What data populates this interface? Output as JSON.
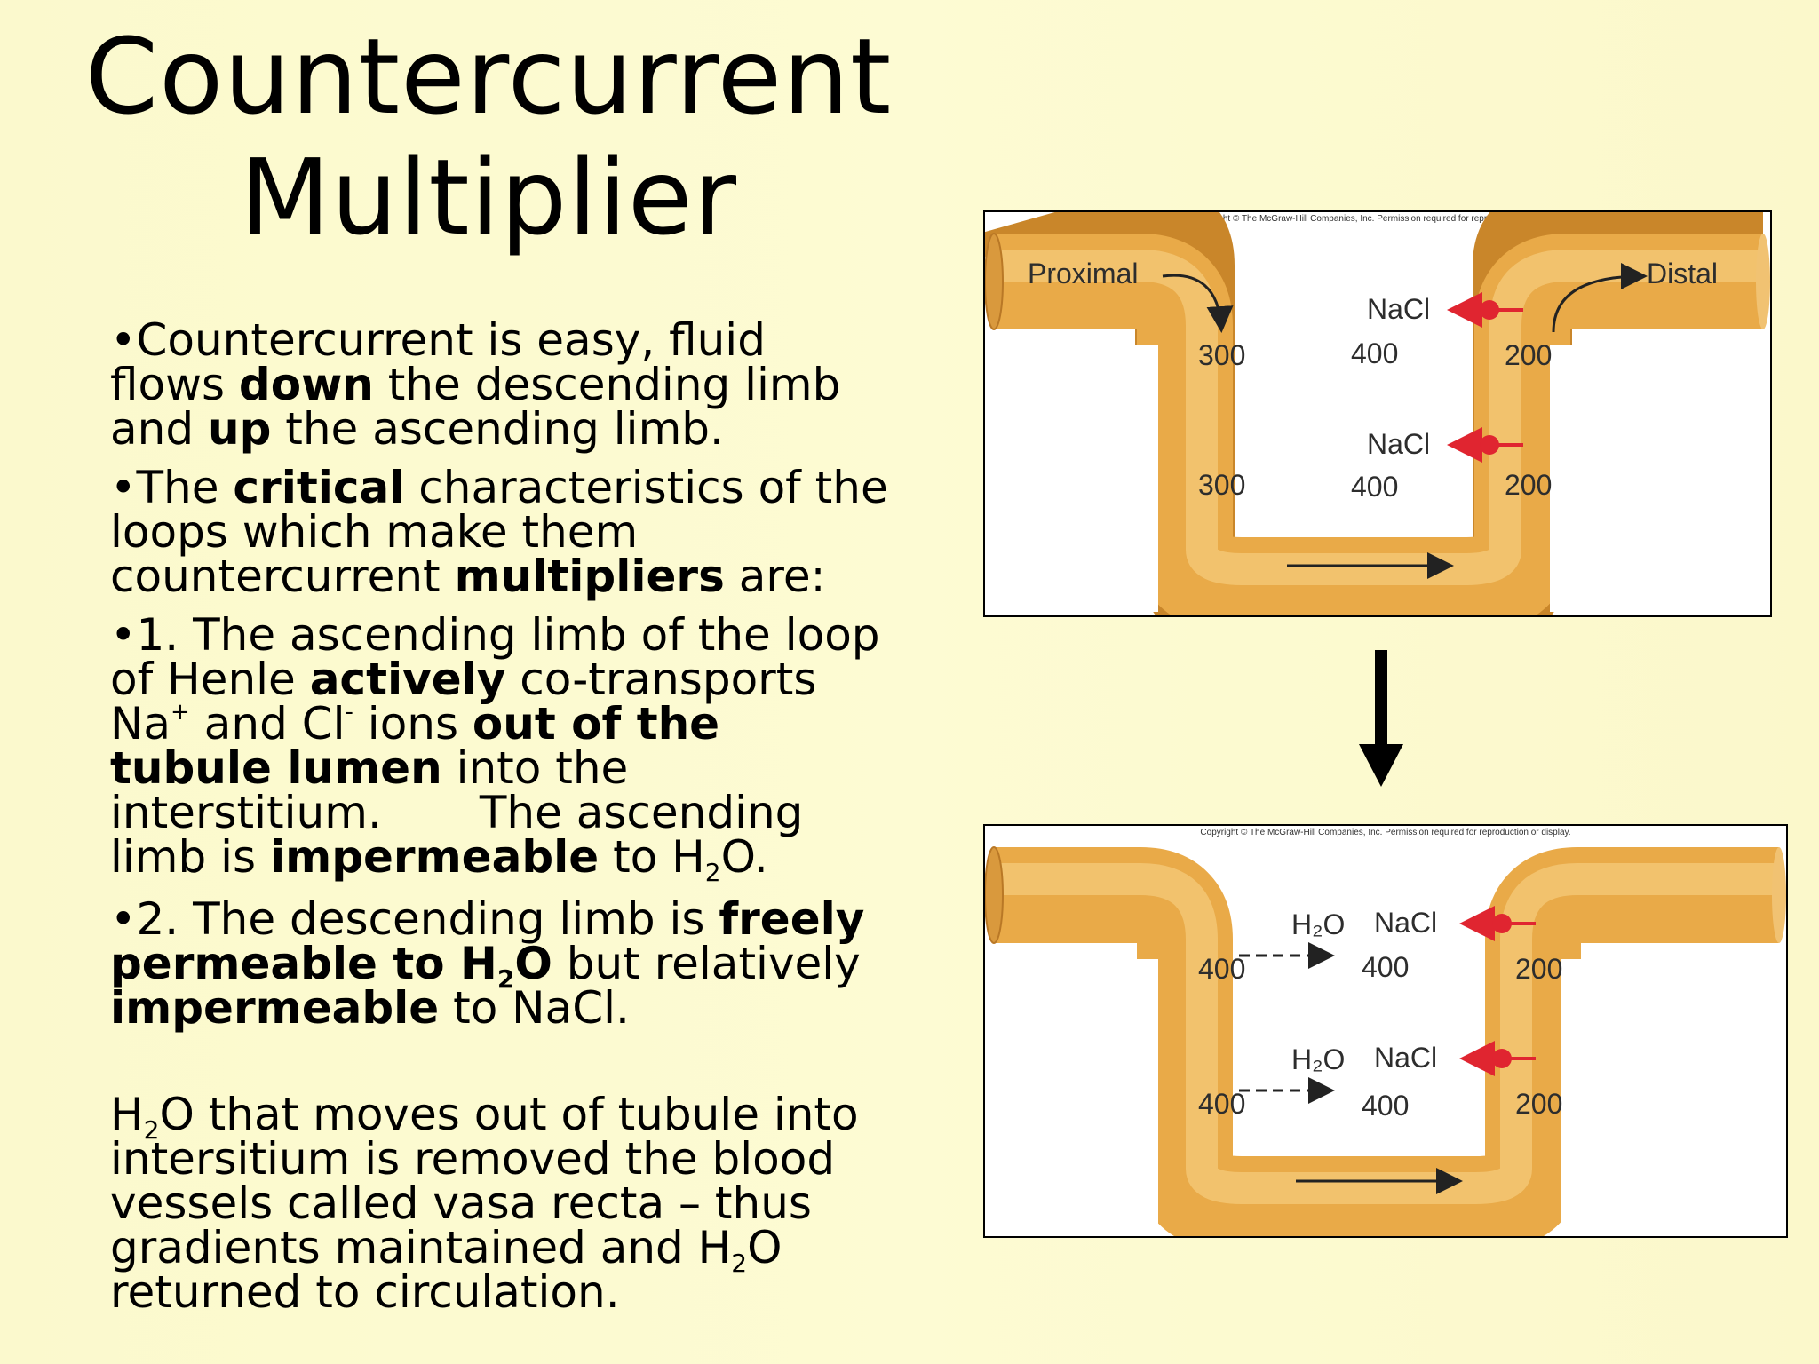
{
  "title": {
    "line1": "Countercurrent",
    "line2": "Multiplier"
  },
  "text": {
    "p1": {
      "a": "•Countercurrent is easy, fluid flows ",
      "b": "down",
      "c": " the descending limb and ",
      "d": "up",
      "e": " the ascending limb."
    },
    "p2": {
      "a": "•The ",
      "b": "critical",
      "c": " characteristics of the loops which make them countercurrent ",
      "d": "multipliers",
      "e": " are:"
    },
    "p3": {
      "a": "•1. The ascending limb of the loop of Henle ",
      "b": "actively",
      "c": " co-transports Na",
      "sup1": "+",
      "d": " and Cl",
      "sup2": "-",
      "e": " ions ",
      "f": "out of the tubule lumen",
      "g": " into the interstitium.",
      "h": "The ascending limb is ",
      "i": "impermeable",
      "j": " to H",
      "sub": "2",
      "k": "O."
    },
    "p4": {
      "a": "•2. The descending limb is ",
      "b": "freely permeable to H",
      "sub": "2",
      "c": "O",
      "d": " but relatively ",
      "e": "impermeable",
      "f": " to NaCl."
    },
    "p5": {
      "a": "H",
      "sub1": "2",
      "b": "O that moves out of tubule into intersitium is removed the blood vessels called vasa recta – thus gradients maintained and H",
      "sub2": "2",
      "c": "O returned to circulation."
    }
  },
  "diagram_top": {
    "copyright": "Copyright © The McGraw-Hill Companies, Inc. Permission required for reproduction or display.",
    "proximal": "Proximal",
    "distal": "Distal",
    "nacl_upper": "NaCl",
    "nacl_lower": "NaCl",
    "desc_upper": "300",
    "desc_lower": "300",
    "inter_upper": "400",
    "inter_lower": "400",
    "asc_upper": "200",
    "asc_lower": "200"
  },
  "diagram_bottom": {
    "copyright": "Copyright © The McGraw-Hill Companies, Inc. Permission required for reproduction or display.",
    "h2o_upper": "H₂O",
    "h2o_lower": "H₂O",
    "nacl_upper": "NaCl",
    "nacl_lower": "NaCl",
    "desc_upper": "400",
    "desc_lower": "400",
    "inter_upper": "400",
    "inter_lower": "400",
    "asc_upper": "200",
    "asc_lower": "200"
  },
  "colors": {
    "tubule": "#e8a844",
    "tubule_light": "#f6cf7e",
    "tubule_dark": "#c9862a",
    "pump": "#e02530",
    "background": "#fcfad0"
  },
  "icons": [
    "down-arrow-icon",
    "flow-arrow-icon",
    "pump-icon"
  ]
}
